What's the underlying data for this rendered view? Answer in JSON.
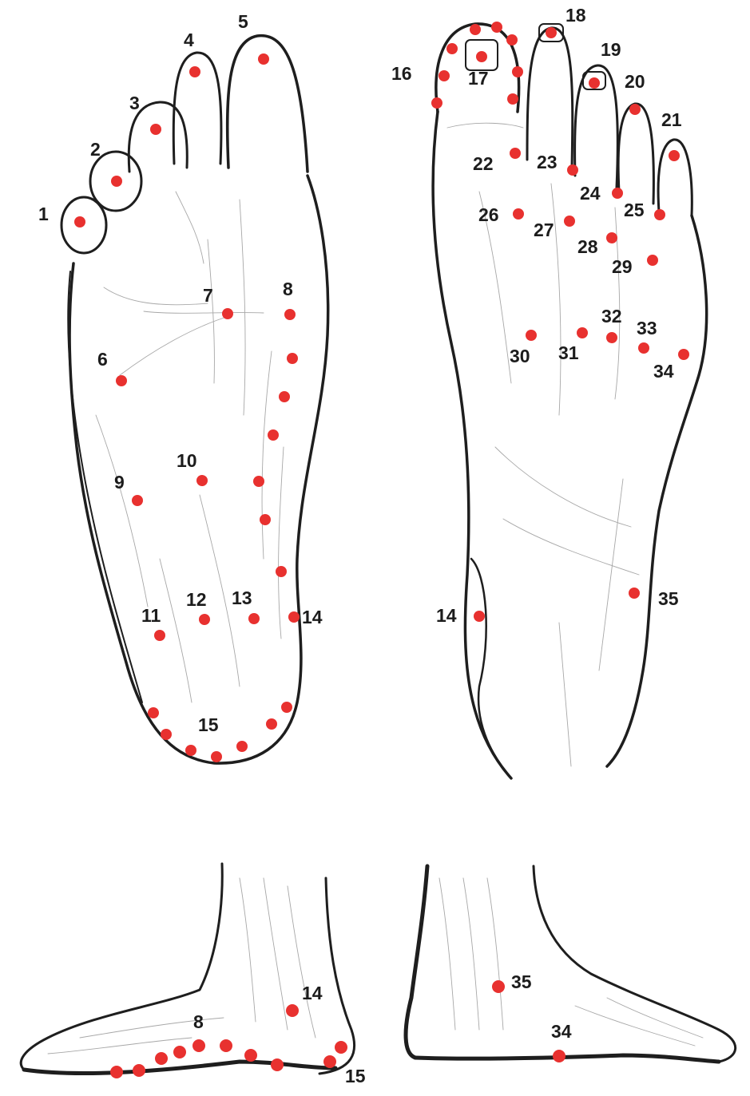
{
  "views": [
    {
      "name": "sole-view",
      "labels": [
        {
          "text": "1",
          "num": 1
        },
        {
          "text": "2",
          "num": 2
        },
        {
          "text": "3",
          "num": 3
        },
        {
          "text": "4",
          "num": 4
        },
        {
          "text": "5",
          "num": 5
        },
        {
          "text": "6",
          "num": 6
        },
        {
          "text": "7",
          "num": 7
        },
        {
          "text": "8",
          "num": 8
        },
        {
          "text": "9",
          "num": 9
        },
        {
          "text": "10",
          "num": 10
        },
        {
          "text": "11",
          "num": 11
        },
        {
          "text": "12",
          "num": 12
        },
        {
          "text": "13",
          "num": 13
        },
        {
          "text": "14",
          "num": 14
        },
        {
          "text": "15",
          "num": 15
        }
      ]
    },
    {
      "name": "dorsal-view",
      "labels": [
        {
          "text": "16",
          "num": 16
        },
        {
          "text": "17",
          "num": 17
        },
        {
          "text": "18",
          "num": 18
        },
        {
          "text": "19",
          "num": 19
        },
        {
          "text": "20",
          "num": 20
        },
        {
          "text": "21",
          "num": 21
        },
        {
          "text": "22",
          "num": 22
        },
        {
          "text": "23",
          "num": 23
        },
        {
          "text": "24",
          "num": 24
        },
        {
          "text": "25",
          "num": 25
        },
        {
          "text": "26",
          "num": 26
        },
        {
          "text": "27",
          "num": 27
        },
        {
          "text": "28",
          "num": 28
        },
        {
          "text": "29",
          "num": 29
        },
        {
          "text": "30",
          "num": 30
        },
        {
          "text": "31",
          "num": 31
        },
        {
          "text": "32",
          "num": 32
        },
        {
          "text": "33",
          "num": 33
        },
        {
          "text": "34",
          "num": 34
        },
        {
          "text": "14",
          "num": 14
        },
        {
          "text": "35",
          "num": 35
        }
      ]
    },
    {
      "name": "medial-side-view",
      "labels": [
        {
          "text": "14",
          "num": 14
        },
        {
          "text": "8",
          "num": 8
        },
        {
          "text": "15",
          "num": 15
        }
      ]
    },
    {
      "name": "lateral-side-view",
      "labels": [
        {
          "text": "35",
          "num": 35
        },
        {
          "text": "34",
          "num": 34
        }
      ]
    }
  ],
  "colors": {
    "point": "#e8312f",
    "ink": "#1e1e1e",
    "label": "#1c1c1c",
    "paper": "#ffffff"
  }
}
